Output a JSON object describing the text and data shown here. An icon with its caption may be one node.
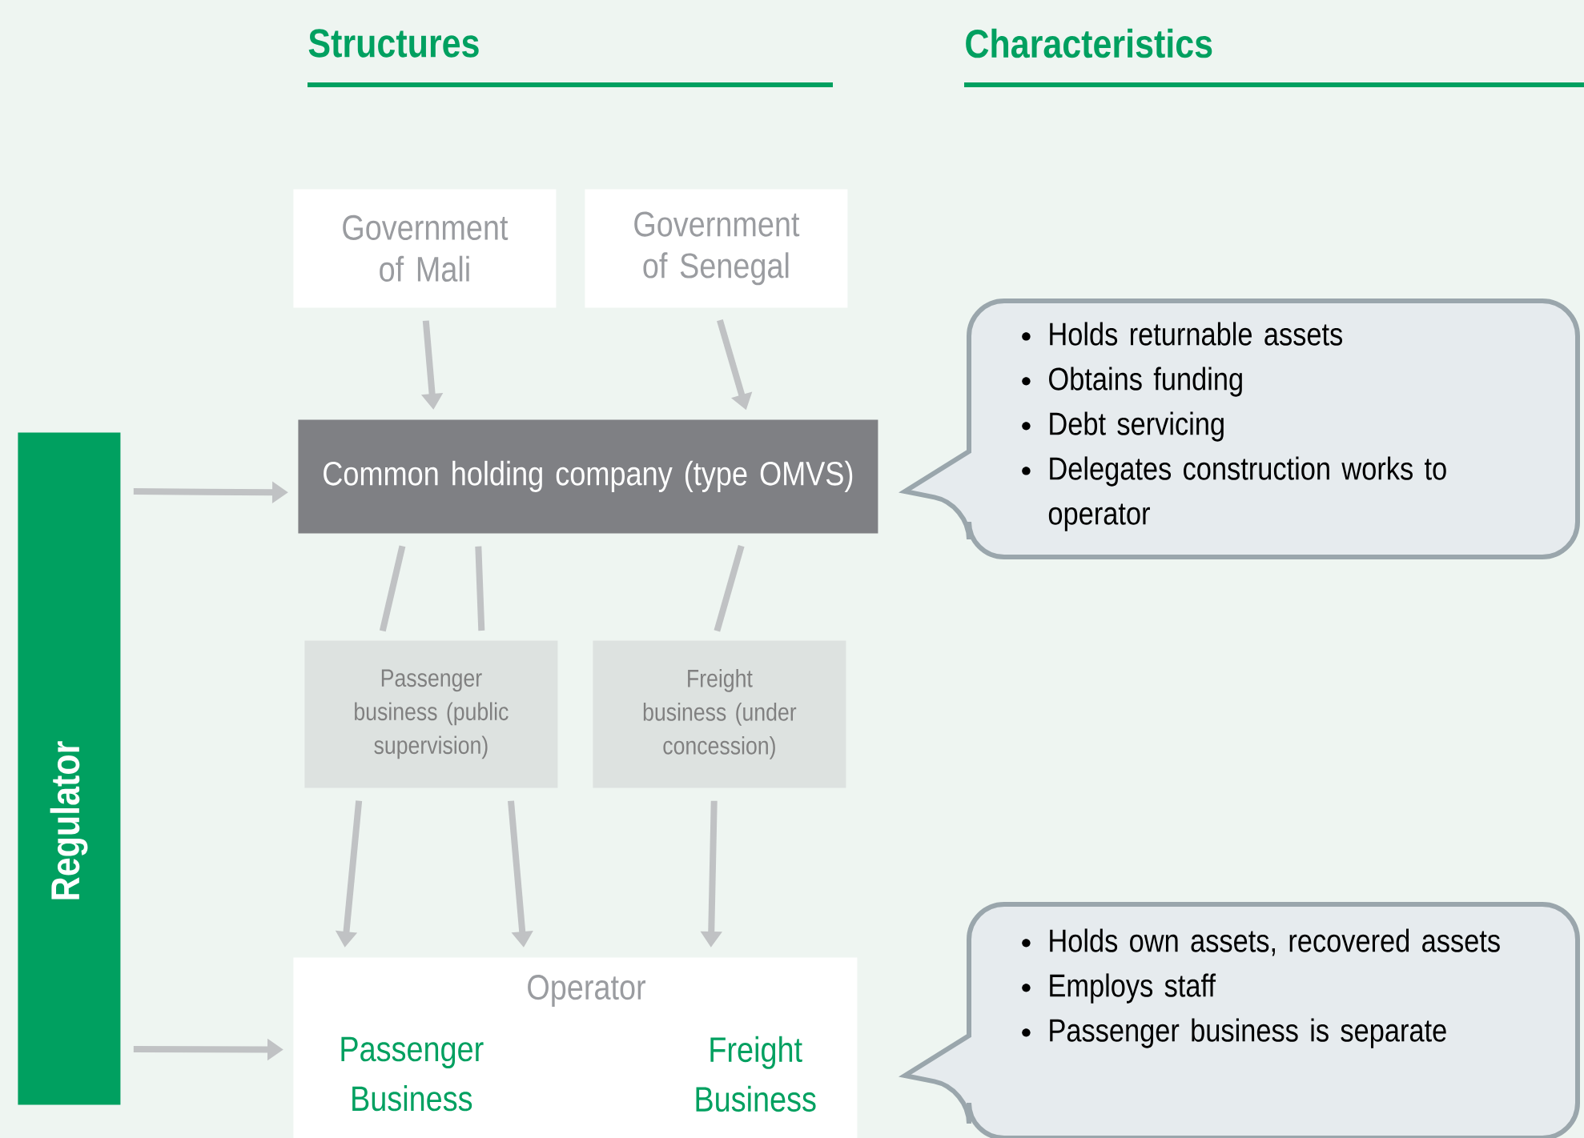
{
  "diagram": {
    "nodes": [
      {
        "text": [
          "Government of Mali"
        ]
      },
      {
        "text": [
          "Government of Senegal"
        ]
      },
      {
        "text": [
          "Common holding company (type OMVS)"
        ]
      },
      {
        "text": [
          "Passenger business (public supervision)"
        ]
      },
      {
        "text": [
          "Freight business (under concession)"
        ]
      },
      {
        "text": [
          "Operator",
          "Passenger Business",
          "Freight Business"
        ]
      },
      {
        "text": [
          "Regulator"
        ]
      },
      {
        "text": [
          "Holds returnable assets",
          "Obtains funding",
          "Debt servicing",
          "Delegates construction works to operator"
        ]
      },
      {
        "text": [
          "Holds own assets, recovered assets",
          "Employs staff",
          "Passenger business is separate"
        ]
      }
    ],
    "edges": [
      {
        "from": 0,
        "to": 2,
        "arrow": "to"
      },
      {
        "from": 1,
        "to": 2,
        "arrow": "to"
      },
      {
        "from": 2,
        "to": 3,
        "arrow": "none"
      },
      {
        "from": 2,
        "to": 3,
        "arrow": "none"
      },
      {
        "from": 2,
        "to": 4,
        "arrow": "none"
      },
      {
        "from": 3,
        "to": 5,
        "arrow": "to"
      },
      {
        "from": 3,
        "to": 5,
        "arrow": "to"
      },
      {
        "from": 4,
        "to": 5,
        "arrow": "to"
      },
      {
        "from": 6,
        "to": 2,
        "arrow": "to"
      },
      {
        "from": 6,
        "to": 5,
        "arrow": "to"
      }
    ],
    "labels": [
      "Structures",
      "Characteristics"
    ]
  }
}
